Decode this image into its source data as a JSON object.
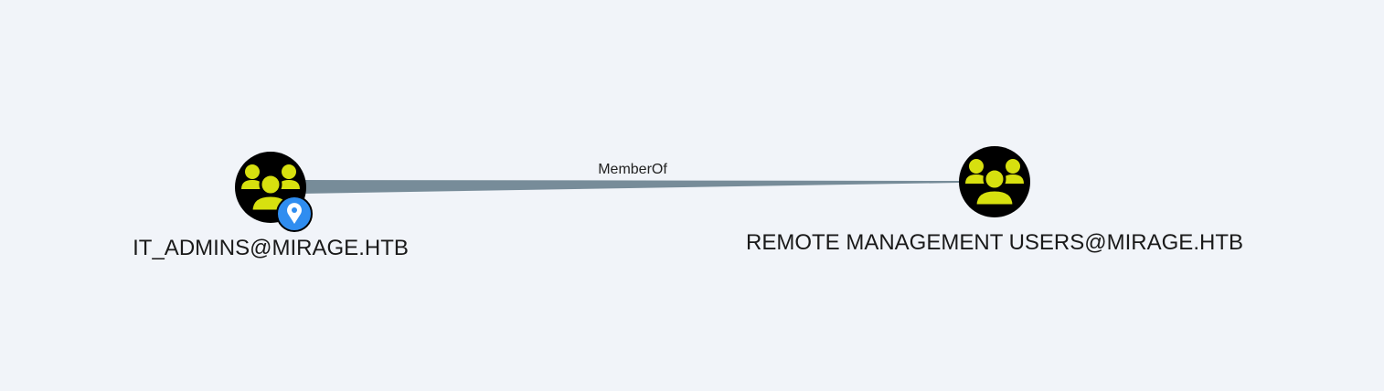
{
  "graph": {
    "nodes": [
      {
        "label": "IT_ADMINS@MIRAGE.HTB",
        "type": "group-icon",
        "starting_node": true
      },
      {
        "label": "REMOTE MANAGEMENT USERS@MIRAGE.HTB",
        "type": "group-icon",
        "starting_node": false
      }
    ],
    "edges": [
      {
        "label": "MemberOf",
        "from": "IT_ADMINS@MIRAGE.HTB",
        "to": "REMOTE MANAGEMENT USERS@MIRAGE.HTB"
      }
    ]
  },
  "colors": {
    "background": "#f1f4f9",
    "node_fill": "#000000",
    "icon": "#d7e00f",
    "edge": "#778c99",
    "marker": "#2f8df0"
  }
}
